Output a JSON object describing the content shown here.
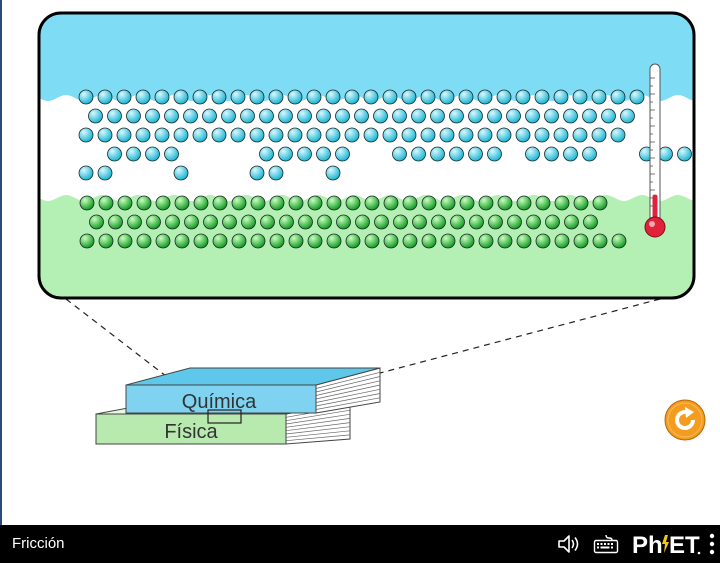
{
  "app": {
    "title": "Fricción"
  },
  "books": {
    "top_label": "Química",
    "bottom_label": "Física"
  },
  "colors": {
    "top_atoms": "#3fd0e6",
    "bottom_atoms": "#2ecc40",
    "top_region": "#7fdcf5",
    "bottom_region": "#b4f0b4",
    "chemistry_book": "#7fd3f0",
    "physics_book": "#b8eab0",
    "reset_button": "#f39c1e",
    "thermometer_fluid": "#e0233a"
  },
  "atoms": {
    "top_rows": [
      {
        "count": 30,
        "offset": 0
      },
      {
        "count": 29,
        "offset": 1
      },
      {
        "count": 29,
        "offset": 0
      },
      {
        "pattern": "0111100001111100111111011110011110001",
        "offset": 1
      },
      {
        "pattern": "1100010001100100000",
        "offset": 0
      }
    ],
    "bottom_rows": [
      {
        "count": 28,
        "offset": 0
      },
      {
        "count": 27,
        "offset": 1
      },
      {
        "count": 29,
        "offset": 0
      }
    ]
  },
  "thermometer": {
    "level": 0.18
  },
  "icons": {
    "sound": "sound-icon",
    "keyboard": "keyboard-icon",
    "brand": "phet-logo",
    "menu": "kebab-menu-icon",
    "reset": "reset-icon"
  }
}
